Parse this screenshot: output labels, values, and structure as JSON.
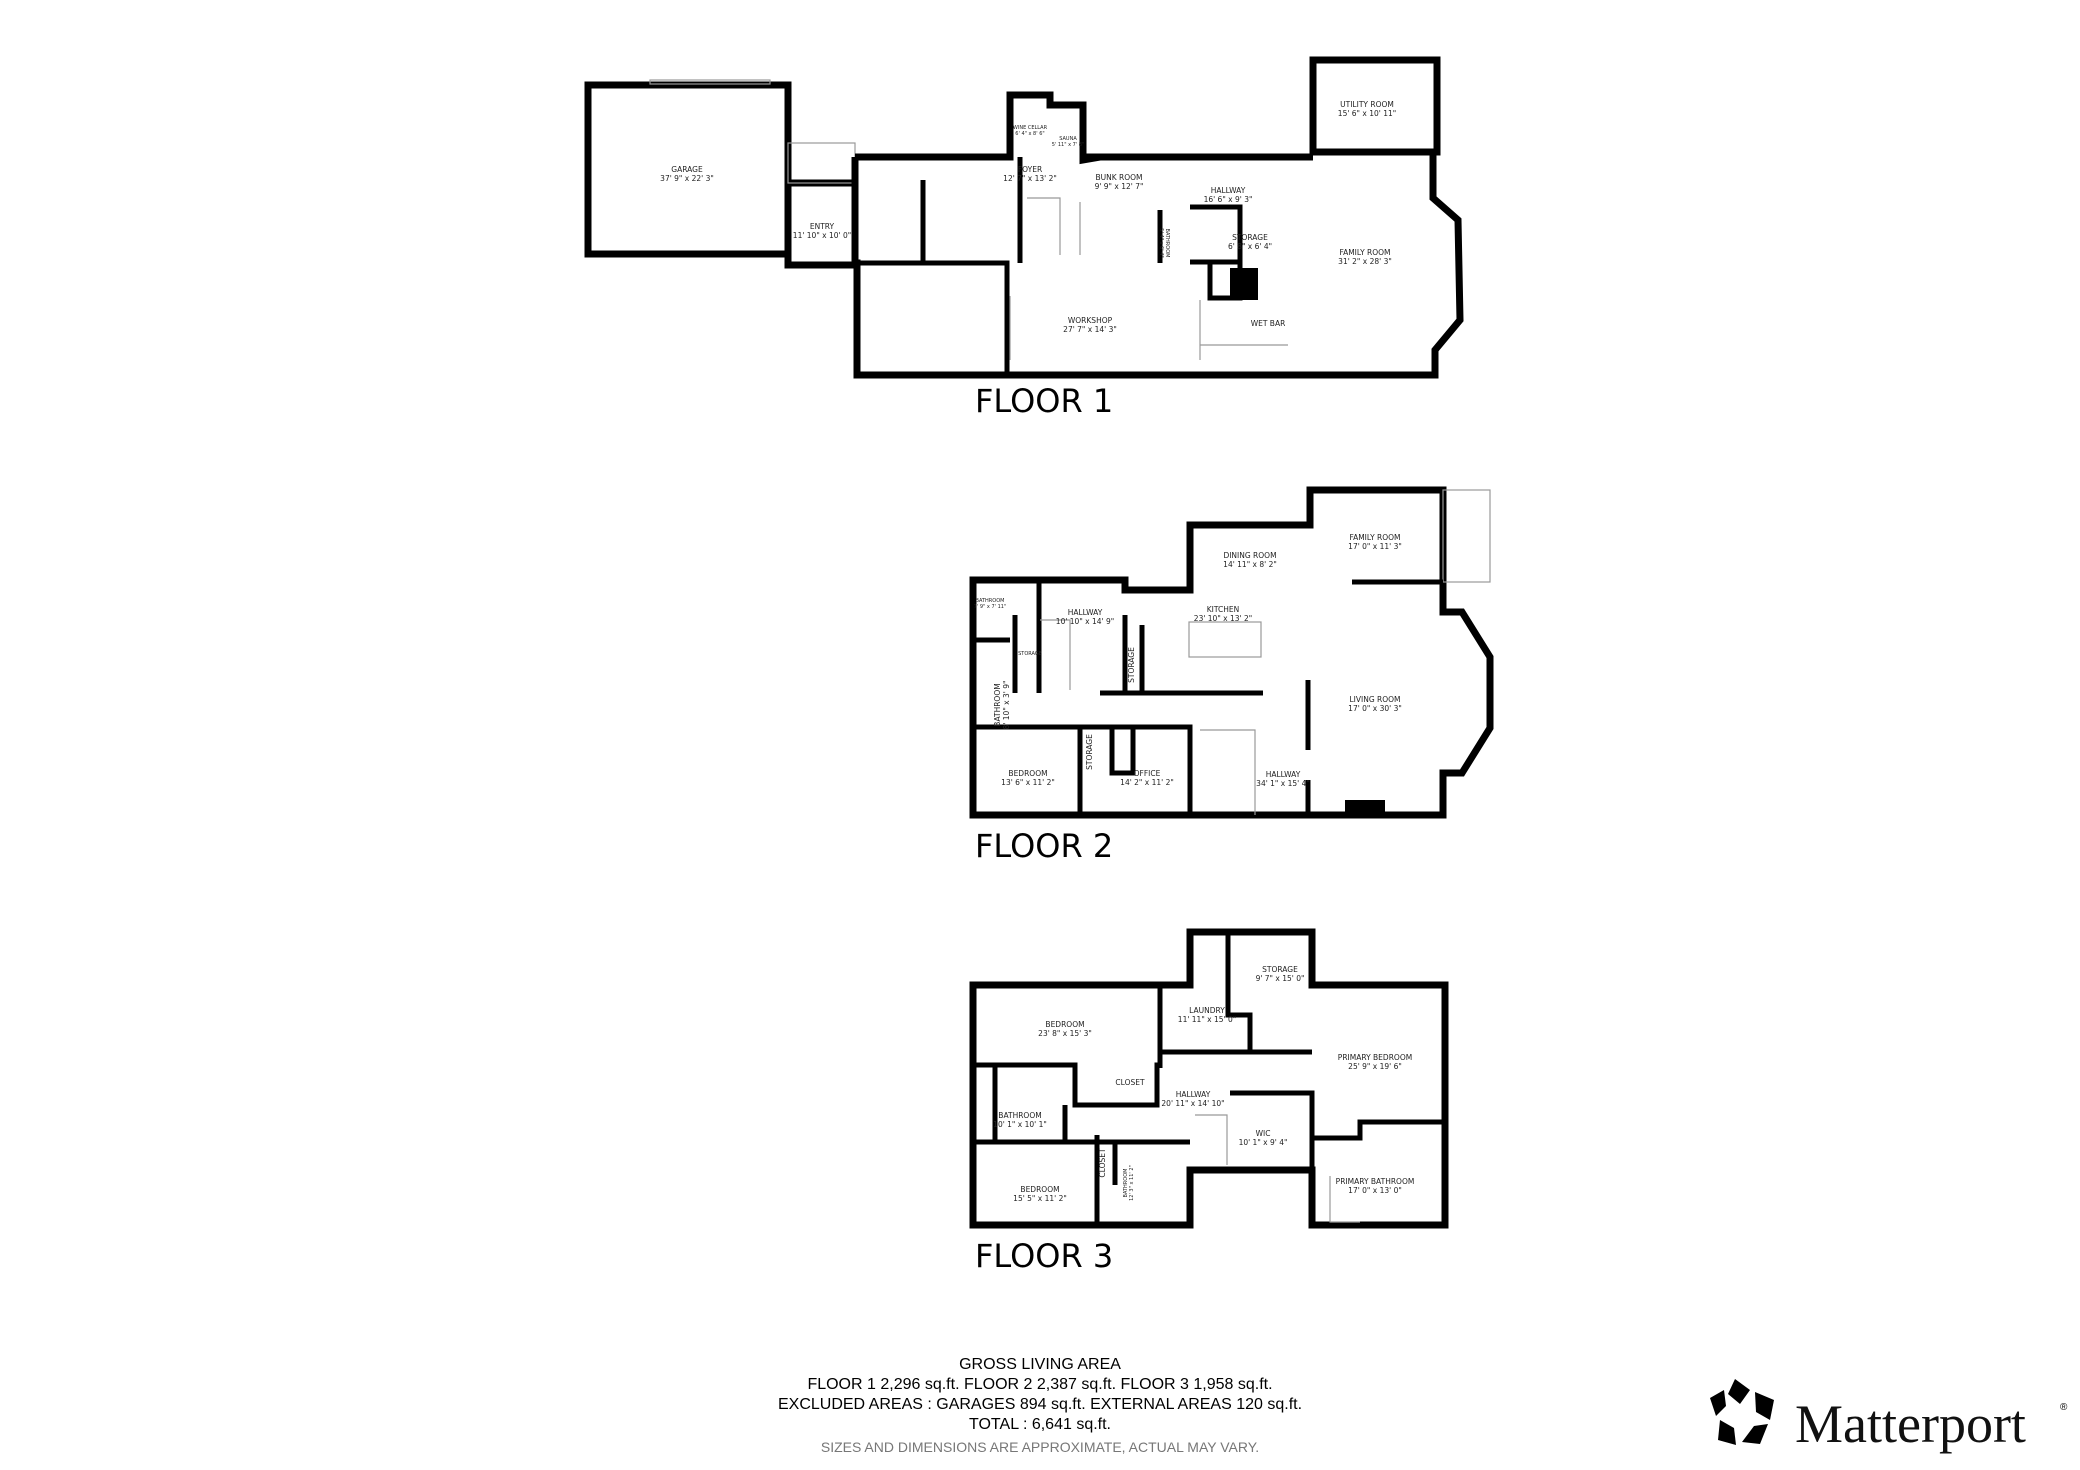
{
  "floors": [
    {
      "label": "FLOOR 1",
      "rooms": [
        {
          "name": "GARAGE",
          "dims": "37' 9\" x 22' 3\""
        },
        {
          "name": "ENTRY",
          "dims": "11' 10\" x 10' 0\""
        },
        {
          "name": "FOYER",
          "dims": "12' 7\" x 13' 2\""
        },
        {
          "name": "BUNK ROOM",
          "dims": "9' 9\" x 12' 7\""
        },
        {
          "name": "HALLWAY",
          "dims": "16' 6\" x 9' 3\""
        },
        {
          "name": "STORAGE",
          "dims": "6' 8\" x 6' 4\""
        },
        {
          "name": "FAMILY ROOM",
          "dims": "31' 2\" x 28' 3\""
        },
        {
          "name": "WORKSHOP",
          "dims": "27' 7\" x 14' 3\""
        },
        {
          "name": "WET BAR",
          "dims": ""
        },
        {
          "name": "WINE CELLAR",
          "dims": "6' 4\" x 8' 6\""
        },
        {
          "name": "SAUNA",
          "dims": "5' 11\" x 7' 8\""
        },
        {
          "name": "UTILITY ROOM",
          "dims": "15' 6\" x 10' 11\""
        },
        {
          "name": "BATHROOM",
          "dims": "5' 4\" x 6' 4\""
        }
      ]
    },
    {
      "label": "FLOOR 2",
      "rooms": [
        {
          "name": "FAMILY ROOM",
          "dims": "17' 0\" x 11' 3\""
        },
        {
          "name": "DINING ROOM",
          "dims": "14' 11\" x 8' 2\""
        },
        {
          "name": "KITCHEN",
          "dims": "23' 10\" x 13' 2\""
        },
        {
          "name": "HALLWAY",
          "dims": "10' 10\" x 14' 9\""
        },
        {
          "name": "BATHROOM",
          "dims": "7' 9\" x 7' 11\""
        },
        {
          "name": "STORAGE",
          "dims": ""
        },
        {
          "name": "STORAGE",
          "dims": ""
        },
        {
          "name": "BATHROOM",
          "dims": "8' 10\" x 3' 9\""
        },
        {
          "name": "LIVING ROOM",
          "dims": "17' 0\" x 30' 3\""
        },
        {
          "name": "BEDROOM",
          "dims": "13' 6\" x 11' 2\""
        },
        {
          "name": "OFFICE",
          "dims": "14' 2\" x 11' 2\""
        },
        {
          "name": "STORAGE",
          "dims": ""
        },
        {
          "name": "HALLWAY",
          "dims": "34' 1\" x 15' 4\""
        }
      ]
    },
    {
      "label": "FLOOR 3",
      "rooms": [
        {
          "name": "BEDROOM",
          "dims": "23' 8\" x 15' 3\""
        },
        {
          "name": "CLOSET",
          "dims": ""
        },
        {
          "name": "BATHROOM",
          "dims": "10' 1\" x 10' 1\""
        },
        {
          "name": "BEDROOM",
          "dims": "15' 5\" x 11' 2\""
        },
        {
          "name": "CLOSET",
          "dims": ""
        },
        {
          "name": "BATHROOM",
          "dims": "12' 3\" x 11' 2\""
        },
        {
          "name": "HALLWAY",
          "dims": "20' 11\" x 14' 10\""
        },
        {
          "name": "LAUNDRY",
          "dims": "11' 11\" x 15' 0\""
        },
        {
          "name": "STORAGE",
          "dims": "9' 7\" x 15' 0\""
        },
        {
          "name": "PRIMARY BEDROOM",
          "dims": "25' 9\" x 19' 6\""
        },
        {
          "name": "WIC",
          "dims": "10' 1\" x 9' 4\""
        },
        {
          "name": "PRIMARY BATHROOM",
          "dims": "17' 0\" x 13' 0\""
        }
      ]
    }
  ],
  "summary": {
    "heading": "GROSS LIVING AREA",
    "floors_line": "FLOOR 1 2,296 sq.ft.   FLOOR 2 2,387 sq.ft.   FLOOR 3 1,958 sq.ft.",
    "excluded_line": "EXCLUDED AREAS :  GARAGES 894 sq.ft.   EXTERNAL AREAS 120 sq.ft.",
    "total_line": "TOTAL :  6,641 sq.ft.",
    "disclaimer": "SIZES AND DIMENSIONS ARE APPROXIMATE, ACTUAL MAY VARY."
  },
  "logo": {
    "text": "Matterport",
    "mark": "®",
    "icon": "matterport-logo-icon"
  }
}
